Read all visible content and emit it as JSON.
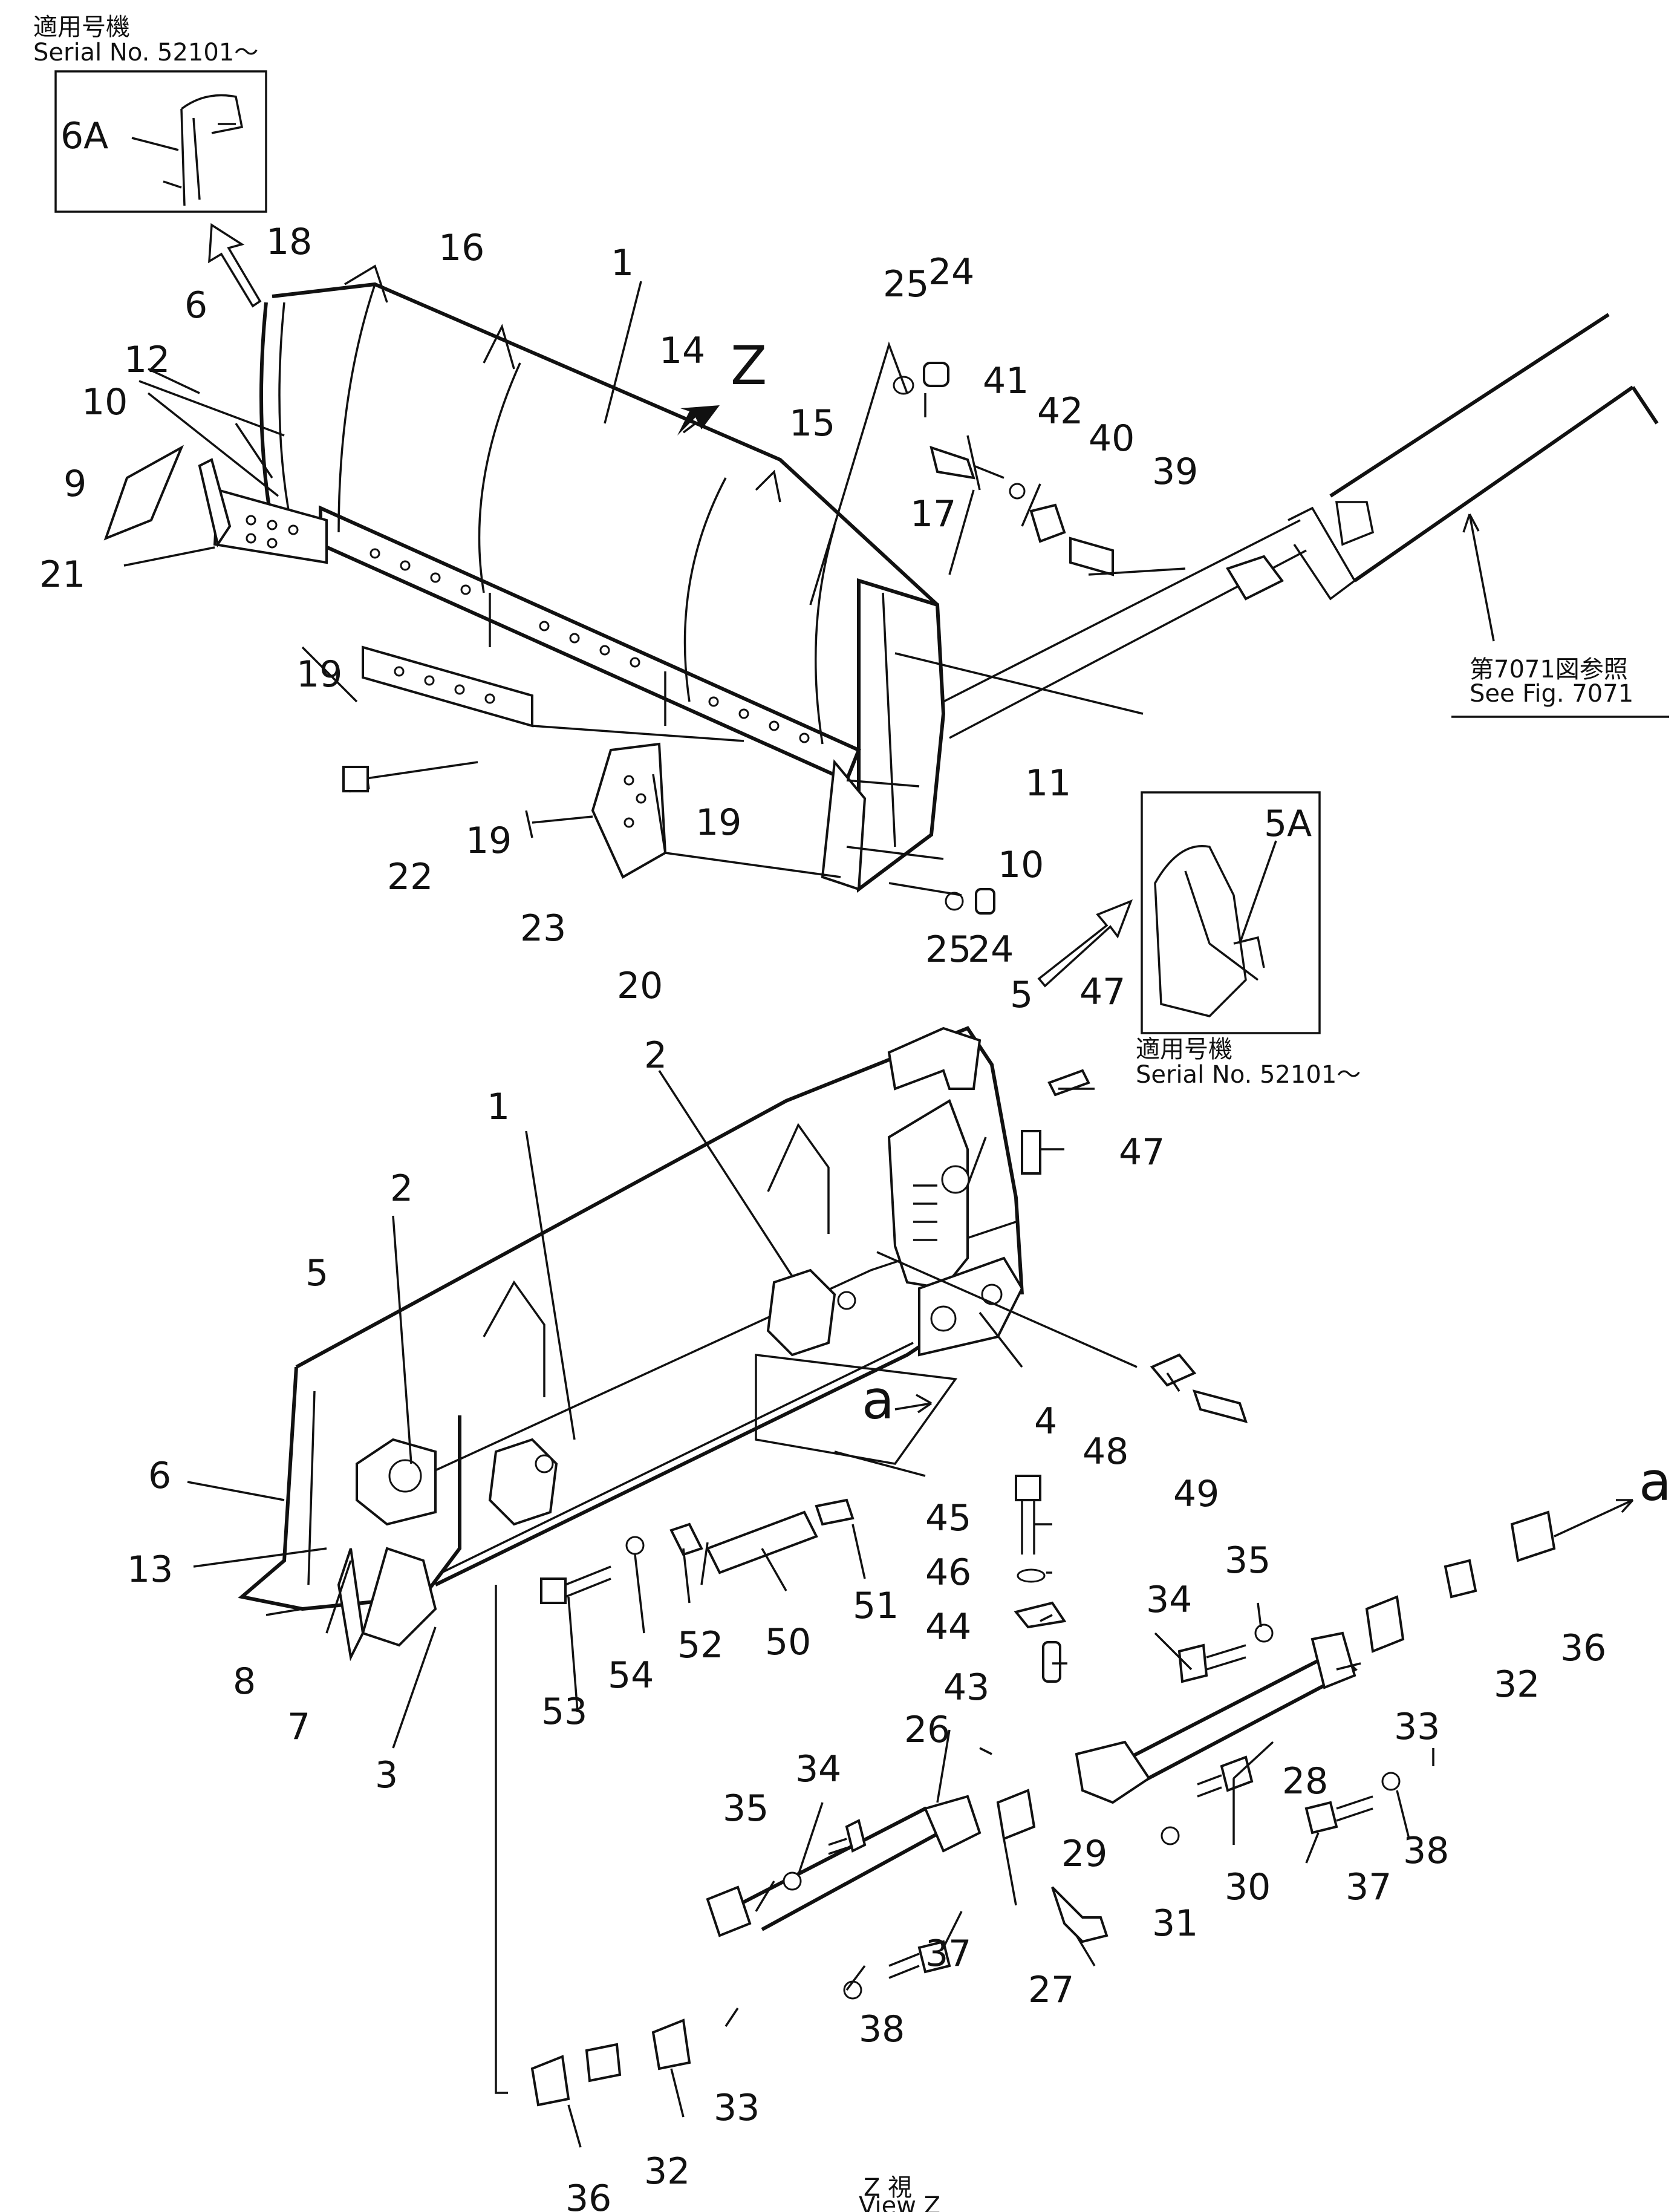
{
  "serial_notes": [
    {
      "line1": "適用号機",
      "line2": "Serial No. 52101～"
    },
    {
      "line1": "適用号機",
      "line2": "Serial No. 52101～"
    }
  ],
  "fig_ref": {
    "line1": "第7071図参照",
    "line2": "See  Fig. 7071"
  },
  "view_z": {
    "line1": "Z  視",
    "line2": "View Z"
  },
  "z_marker": "Z",
  "section_marker": "a",
  "detail_labels": [
    "6A",
    "5A"
  ],
  "part_numbers": [
    "1",
    "2",
    "3",
    "4",
    "5",
    "6",
    "7",
    "8",
    "9",
    "10",
    "11",
    "12",
    "13",
    "14",
    "15",
    "16",
    "17",
    "18",
    "19",
    "20",
    "21",
    "22",
    "23",
    "24",
    "25",
    "26",
    "27",
    "28",
    "29",
    "30",
    "31",
    "32",
    "33",
    "34",
    "35",
    "36",
    "37",
    "38",
    "39",
    "40",
    "41",
    "42",
    "43",
    "44",
    "45",
    "46",
    "47",
    "48",
    "49",
    "50",
    "51",
    "52",
    "53",
    "54"
  ]
}
